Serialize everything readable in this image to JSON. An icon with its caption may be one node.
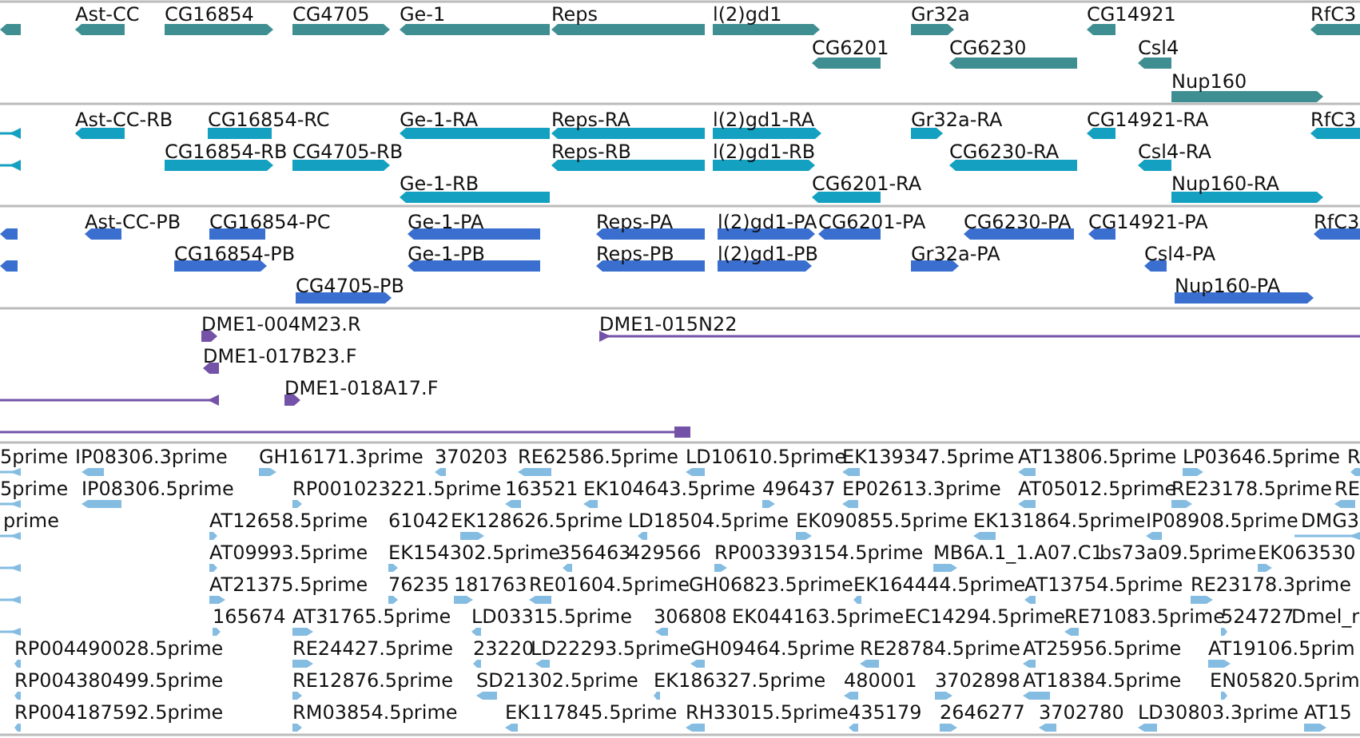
{
  "diagram": {
    "labels": [
      "Ast-CC",
      "CG16854",
      "CG4705",
      "Ge-1",
      "Reps",
      "l(2)gd1",
      "Gr32a",
      "CG14921",
      "RfC3",
      "CG6201",
      "CG6230",
      "Csl4",
      "Nup160",
      "Ast-CC-RB",
      "CG16854-RC",
      "Ge-1-RA",
      "Reps-RA",
      "l(2)gd1-RA",
      "Gr32a-RA",
      "CG14921-RA",
      "RfC3",
      "CG16854-RB",
      "CG4705-RB",
      "Reps-RB",
      "l(2)gd1-RB",
      "CG6230-RA",
      "Csl4-RA",
      "Ge-1-RB",
      "CG6201-RA",
      "Nup160-RA",
      "Ast-CC-PB",
      "CG16854-PC",
      "Ge-1-PA",
      "Reps-PA",
      "l(2)gd1-PA",
      "CG6201-PA",
      "CG6230-PA",
      "CG14921-PA",
      "RfC3",
      "CG16854-PB",
      "Ge-1-PB",
      "Reps-PB",
      "l(2)gd1-PB",
      "Gr32a-PA",
      "Csl4-PA",
      "CG4705-PB",
      "Nup160-PA",
      "DME1-004M23.R",
      "DME1-015N22",
      "DME1-017B23.F",
      "DME1-018A17.F",
      "5prime",
      "IP08306.3prime",
      "GH16171.3prime",
      "370203",
      "RE62586.5prime",
      "LD10610.5prime",
      "EK139347.5prime",
      "AT13806.5prime",
      "LP03646.5prime",
      "R",
      "5prime",
      "IP08306.5prime",
      "RP001023221.5prime",
      "163521",
      "EK104643.5prime",
      "496437",
      "EP02613.3prime",
      "AT05012.5prime",
      "RE23178.5prime",
      "RE",
      "prime",
      "AT12658.5prime",
      "61042",
      "EK128626.5prime",
      "LD18504.5prime",
      "EK090855.5prime",
      "EK131864.5prime",
      "IP08908.5prime",
      "DMG3",
      "AT09993.5prime",
      "EK154302.5prime",
      "356463",
      "429566",
      "RP003393154.5prime",
      "MB6A.1_1.A07.C1",
      "bs73a09.5prime",
      "EK063530",
      "AT21375.5prime",
      "76235",
      "181763",
      "RE01604.5prime",
      "GH06823.5prime",
      "EK164444.5prime",
      "AT13754.5prime",
      "RE23178.3prime",
      "165674",
      "AT31765.5prime",
      "LD03315.5prime",
      "306808",
      "EK044163.5prime",
      "EC14294.5prime",
      "RE71083.5prime",
      "524727",
      "Dmel_r",
      "RP004490028.5prime",
      "RE24427.5prime",
      "23220",
      "LD22293.5prime",
      "GH09464.5prime",
      "RE28784.5prime",
      "AT25956.5prime",
      "AT19106.5prim",
      "RP004380499.5prime",
      "RE12876.5prime",
      "SD21302.5prime",
      "EK186327.5prime",
      "480001",
      "3702898",
      "AT18384.5prime",
      "EN05820.5prim",
      "RP004187592.5prime",
      "RM03854.5prime",
      "EK117845.5prime",
      "RH33015.5prime",
      "435179",
      "2646277",
      "3702780",
      "LD30803.3prime",
      "AT15"
    ]
  }
}
